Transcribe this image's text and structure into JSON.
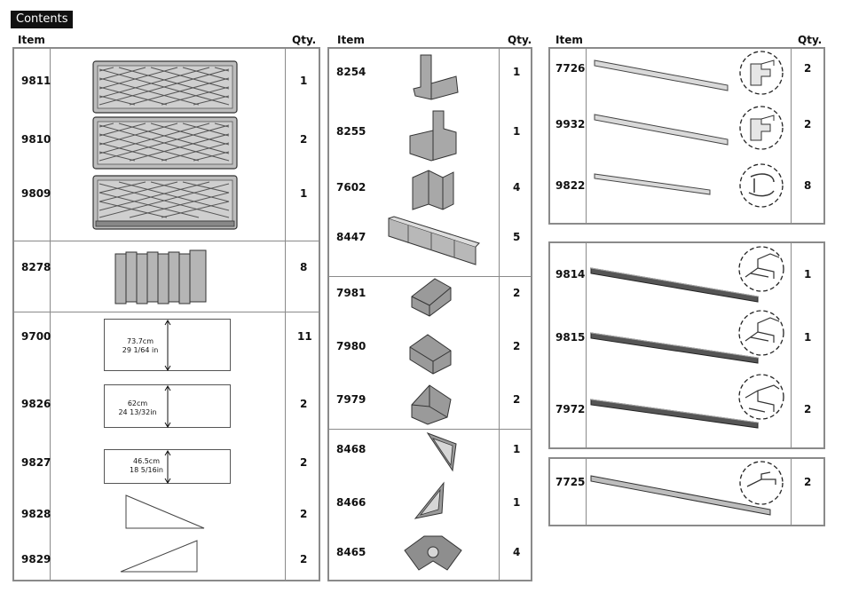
{
  "page": {
    "title": "Contents"
  },
  "headers": {
    "item": "Item",
    "qty": "Qty."
  },
  "column1": {
    "groups": [
      {
        "items": [
          {
            "code": "9811",
            "qty": "1"
          },
          {
            "code": "9810",
            "qty": "2"
          },
          {
            "code": "9809",
            "qty": "1"
          }
        ]
      },
      {
        "items": [
          {
            "code": "8278",
            "qty": "8"
          }
        ]
      },
      {
        "items": [
          {
            "code": "9700",
            "qty": "11",
            "dim1": "73.7cm",
            "dim2": "29 1/64 in"
          },
          {
            "code": "9826",
            "qty": "2",
            "dim1": "62cm",
            "dim2": "24 13/32in"
          },
          {
            "code": "9827",
            "qty": "2",
            "dim1": "46.5cm",
            "dim2": "18 5/16in"
          },
          {
            "code": "9828",
            "qty": "2"
          },
          {
            "code": "9829",
            "qty": "2"
          }
        ]
      }
    ]
  },
  "column2": {
    "groups": [
      {
        "items": [
          {
            "code": "8254",
            "qty": "1"
          },
          {
            "code": "8255",
            "qty": "1"
          },
          {
            "code": "7602",
            "qty": "4"
          },
          {
            "code": "8447",
            "qty": "5"
          }
        ]
      },
      {
        "items": [
          {
            "code": "7981",
            "qty": "2"
          },
          {
            "code": "7980",
            "qty": "2"
          },
          {
            "code": "7979",
            "qty": "2"
          }
        ]
      },
      {
        "items": [
          {
            "code": "8468",
            "qty": "1"
          },
          {
            "code": "8466",
            "qty": "1"
          },
          {
            "code": "8465",
            "qty": "4"
          }
        ]
      }
    ]
  },
  "column3": {
    "groups": [
      {
        "items": [
          {
            "code": "7726",
            "qty": "2"
          },
          {
            "code": "9932",
            "qty": "2"
          },
          {
            "code": "9822",
            "qty": "8"
          }
        ]
      },
      {
        "items": [
          {
            "code": "9814",
            "qty": "1"
          },
          {
            "code": "9815",
            "qty": "1"
          },
          {
            "code": "7972",
            "qty": "2"
          }
        ]
      },
      {
        "items": [
          {
            "code": "7725",
            "qty": "2"
          }
        ]
      }
    ]
  }
}
